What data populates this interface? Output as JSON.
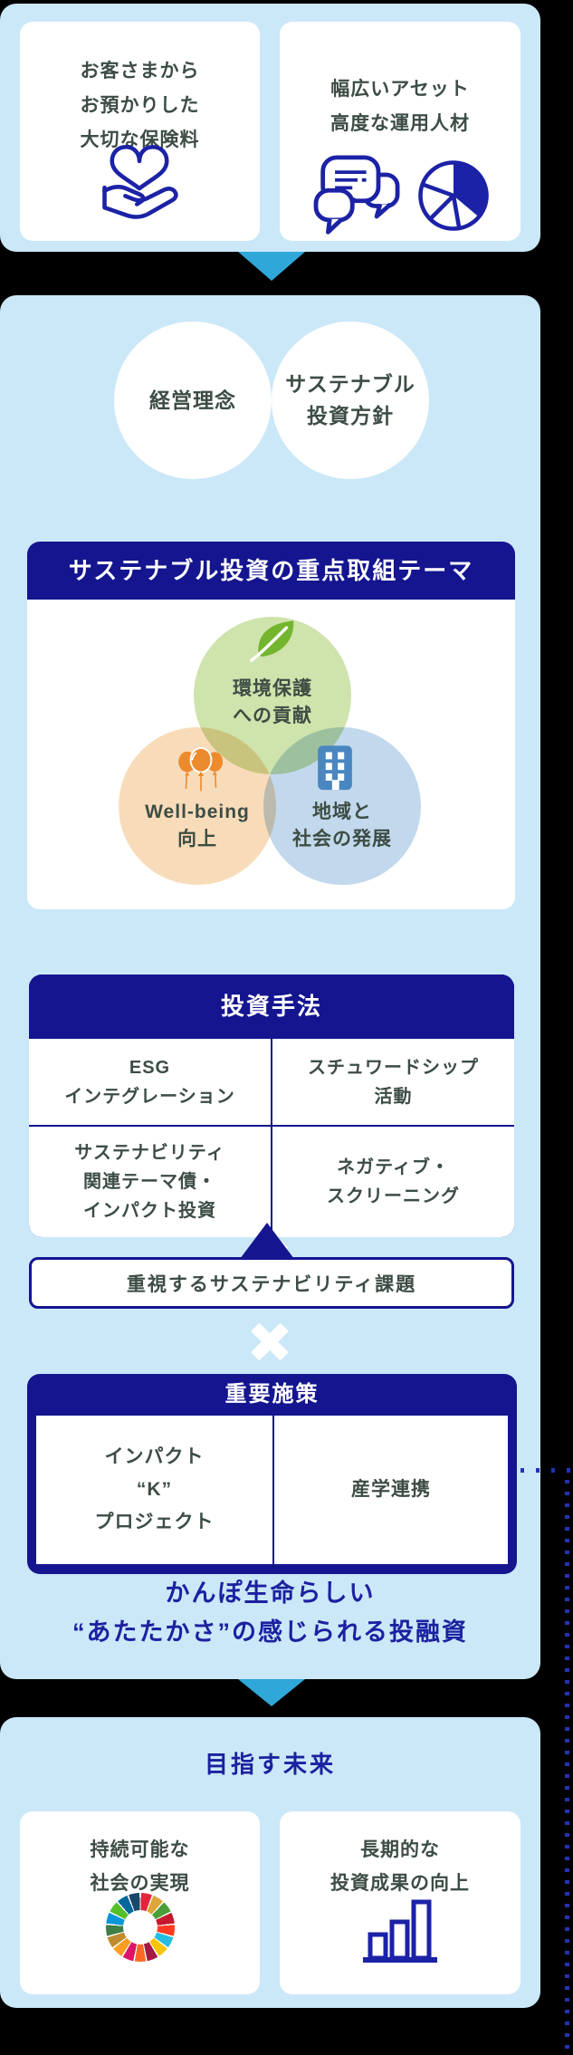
{
  "inputs": {
    "cards": [
      {
        "icon": "heart-in-hand-icon",
        "lines": [
          "お客さまから",
          "お預かりした",
          "大切な保険料"
        ]
      },
      {
        "icon": "speech-bubbles-and-pie-chart-icons",
        "lines": [
          "幅広いアセット",
          "高度な運用人材"
        ]
      }
    ]
  },
  "foundation": {
    "circles": [
      {
        "lines": [
          "経営理念"
        ]
      },
      {
        "lines": [
          "サステナブル",
          "投資方針"
        ]
      }
    ]
  },
  "themes": {
    "header": "サステナブル投資の重点取組テーマ",
    "venn": [
      {
        "icon": "leaf-icon",
        "lines": [
          "環境保護",
          "への貢献"
        ]
      },
      {
        "icon": "balloons-icon",
        "lines": [
          "Well-being",
          "向上"
        ]
      },
      {
        "icon": "building-icon",
        "lines": [
          "地域と",
          "社会の発展"
        ]
      }
    ]
  },
  "methods": {
    "header": "投資手法",
    "cells": [
      {
        "lines": [
          "ESG",
          "インテグレーション"
        ]
      },
      {
        "lines": [
          "スチュワードシップ",
          "活動"
        ]
      },
      {
        "lines": [
          "サステナビリティ",
          "関連テーマ債・",
          "インパクト投資"
        ]
      },
      {
        "lines": [
          "ネガティブ・",
          "スクリーニング"
        ]
      }
    ],
    "issues_box": "重視するサステナビリティ課題"
  },
  "measures": {
    "header": "重要施策",
    "cells": [
      {
        "lines": [
          "インパクト",
          "“K”",
          "プロジェクト"
        ]
      },
      {
        "lines": [
          "産学連携"
        ]
      }
    ]
  },
  "slogan": {
    "lines": [
      "かんぽ生命らしい",
      "“あたたかさ”の感じられる投融資"
    ]
  },
  "future": {
    "title": "目指す未来",
    "cards": [
      {
        "icon": "sdgs-wheel-icon",
        "lines": [
          "持続可能な",
          "社会の実現"
        ]
      },
      {
        "icon": "bar-chart-icon",
        "lines": [
          "長期的な",
          "投資成果の向上"
        ]
      }
    ]
  },
  "icons": {
    "sdg_colors": [
      "#E5243B",
      "#DDA63A",
      "#4C9F38",
      "#C5192D",
      "#FF3A21",
      "#26BDE2",
      "#FCC30B",
      "#A21942",
      "#FD6925",
      "#DD1367",
      "#FD9D24",
      "#BF8B2E",
      "#3F7E44",
      "#0A97D9",
      "#56C02B",
      "#00689D",
      "#19486A"
    ]
  },
  "colors": {
    "panel_blue": "#cbe8f8",
    "navy": "#14158f",
    "icon_blue": "#1c22a6",
    "text_dark": "#3d4d44",
    "text_navy": "#1c21a0",
    "arrow_cyan": "#2fa8d9",
    "venn_green": "#cfe3ac",
    "venn_orange": "#f8dcba",
    "venn_blue": "#c2d8ec",
    "leaf_green": "#74b52f",
    "balloon_orange": "#ec8a2e",
    "building_blue": "#4a86c0",
    "dots": "#2433b5"
  }
}
